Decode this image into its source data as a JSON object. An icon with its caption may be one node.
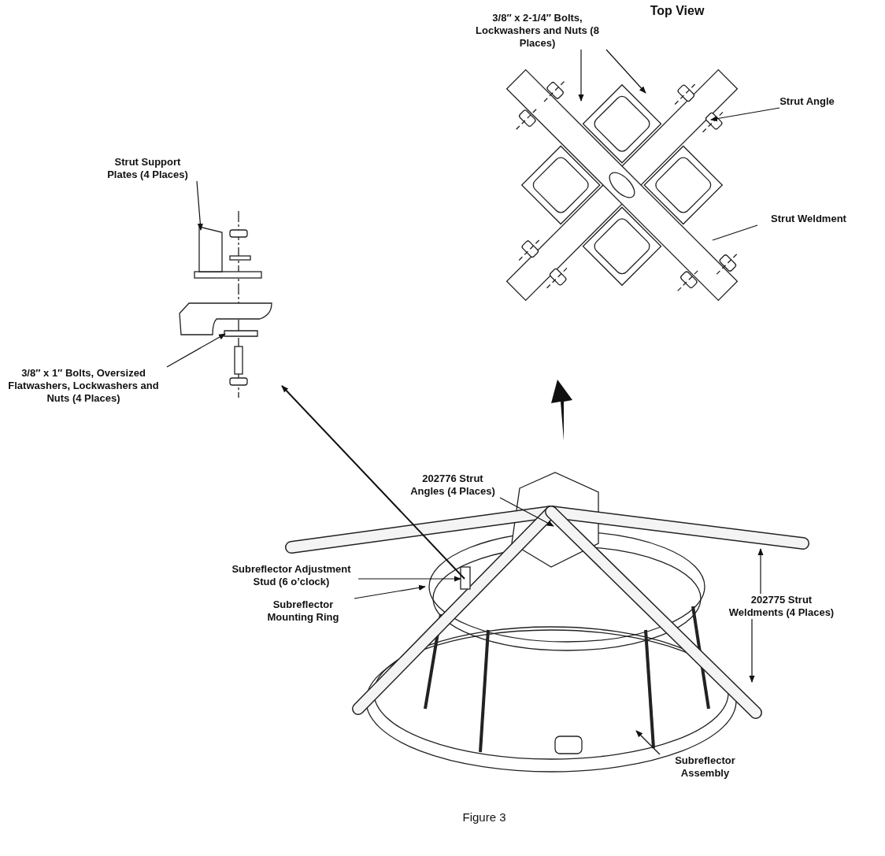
{
  "diagram": {
    "caption": "Figure 3",
    "nodes": [
      {
        "text": [
          "3/8″ x 2-1/4″ Bolts, Lockwashers and Nuts (8 Places)"
        ]
      },
      {
        "text": [
          "Strut Angle"
        ]
      },
      {
        "text": [
          "Strut Weldment"
        ]
      },
      {
        "text": [
          "Strut Support Plates (4 Places)"
        ]
      },
      {
        "text": [
          "3/8″ x 1″ Bolts, Oversized Flatwashers, Lockwashers and Nuts (4 Places)"
        ]
      },
      {
        "text": [
          "202776 Strut Angles (4 Places)"
        ]
      },
      {
        "text": [
          "Subreflector Adjustment Stud (6 o’clock)"
        ]
      },
      {
        "text": [
          "Subreflector Mounting Ring"
        ]
      },
      {
        "text": [
          "202775 Strut Weldments (4 Places)"
        ]
      },
      {
        "text": [
          "Subreflector Assembly"
        ]
      },
      {
        "text": [],
        "shape": "plate"
      },
      {
        "text": [],
        "shape": "bar"
      }
    ],
    "edges": [
      {
        "from": 0,
        "to": null,
        "arrow": "to"
      },
      {
        "from": 0,
        "to": null,
        "arrow": "to"
      },
      {
        "from": 1,
        "to": null,
        "arrow": "to"
      },
      {
        "from": 2,
        "to": null,
        "arrow": "none"
      },
      {
        "from": 3,
        "to": 10,
        "arrow": "to"
      },
      {
        "from": 4,
        "to": 11,
        "arrow": "to"
      },
      {
        "from": 5,
        "to": null,
        "arrow": "to"
      },
      {
        "from": 6,
        "to": null,
        "arrow": "to"
      },
      {
        "from": 7,
        "to": null,
        "arrow": "to"
      },
      {
        "from": 8,
        "to": null,
        "arrow": "to"
      },
      {
        "from": 8,
        "to": null,
        "arrow": "to"
      },
      {
        "from": 9,
        "to": null,
        "arrow": "to"
      }
    ],
    "labels": [
      "Top View"
    ]
  }
}
